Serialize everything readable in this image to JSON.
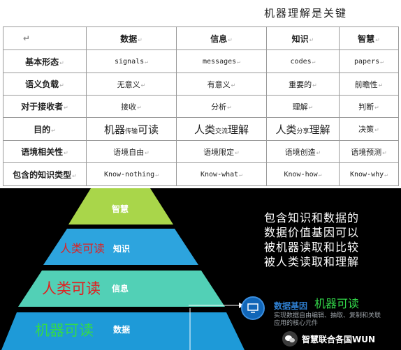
{
  "title": "机器理解是关键",
  "table": {
    "corner": "↵",
    "columns": [
      "数据",
      "信息",
      "知识",
      "智慧"
    ],
    "rows": [
      {
        "label": "基本形态",
        "cells": [
          "signals",
          "messages",
          "codes",
          "papers"
        ]
      },
      {
        "label": "语义负载",
        "cells": [
          "无意义",
          "有意义",
          "重要的",
          "前瞻性"
        ]
      },
      {
        "label": "对于接收者",
        "cells": [
          "接收",
          "分析",
          "理解",
          "判断"
        ]
      },
      {
        "label": "目的",
        "col1": {
          "a": "机器",
          "b": "传输",
          "c": "可读"
        },
        "col2": {
          "a": "人类",
          "b": "交流",
          "c": "理解"
        },
        "col3": {
          "a": "人类",
          "b": "分享",
          "c": "理解"
        },
        "col4": "决策"
      },
      {
        "label": "语境相关性",
        "cells": [
          "语境自由",
          "语境限定",
          "语境创造",
          "语境预测"
        ]
      },
      {
        "label": "包含的知识类型",
        "cells": [
          "Know-nothing",
          "Know-what",
          "Know-how",
          "Know-why"
        ]
      }
    ]
  },
  "pyramid": {
    "layers": [
      {
        "label": "智慧",
        "color": "#a9d64a"
      },
      {
        "label": "知识",
        "color": "#2da4de"
      },
      {
        "label": "信息",
        "color": "#52d0b6"
      },
      {
        "label": "数据",
        "color": "#1e9ad8"
      }
    ],
    "annotations": {
      "knowledge": "人类可读",
      "information": "人类可读",
      "data": "机器可读"
    }
  },
  "quote": [
    "包含知识和数据的",
    "数据价值基因可以",
    "被机器读取和比较",
    "被人类读取和理解"
  ],
  "gene": {
    "title": "数据基因",
    "readable": "机器可读",
    "desc": [
      "实现数据自由编辑、抽取、复制和关联",
      "应用的核心元件"
    ]
  },
  "brand": "智慧联合各国WUN",
  "colors": {
    "red": "#e02020",
    "green": "#33d94a",
    "blue": "#2f7fd0"
  }
}
